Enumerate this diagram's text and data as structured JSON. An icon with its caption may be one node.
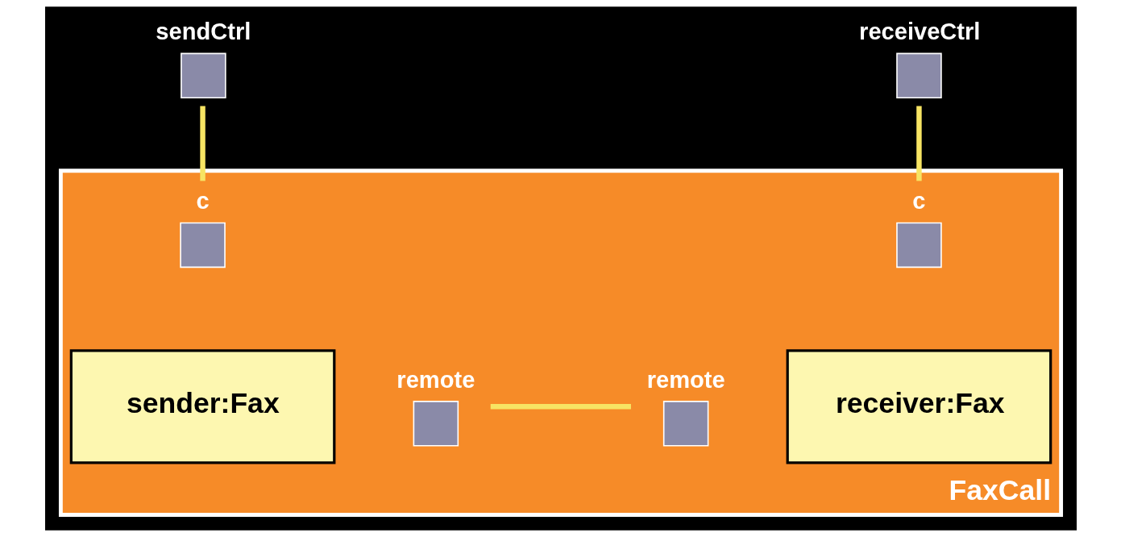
{
  "diagram": {
    "nodes": [
      {
        "text": [
          "FaxCall"
        ]
      },
      {
        "text": [],
        "shape": "box",
        "beside": [
          "sendCtrl"
        ]
      },
      {
        "text": [],
        "shape": "box",
        "beside": [
          "receiveCtrl"
        ]
      },
      {
        "text": [
          "sender:Fax"
        ],
        "in": 0
      },
      {
        "text": [],
        "shape": "box",
        "beside": [
          "c"
        ],
        "in": 0
      },
      {
        "text": [],
        "shape": "box",
        "beside": [
          "remote"
        ],
        "in": 0
      },
      {
        "text": [
          "receiver:Fax"
        ],
        "in": 0
      },
      {
        "text": [],
        "shape": "box",
        "beside": [
          "c"
        ],
        "in": 0
      },
      {
        "text": [],
        "shape": "box",
        "beside": [
          "remote"
        ],
        "in": 0
      }
    ],
    "edges": [
      {
        "from": 1,
        "to": 4,
        "arrow": "none"
      },
      {
        "from": 2,
        "to": 7,
        "arrow": "none"
      },
      {
        "from": 5,
        "to": 8,
        "arrow": "none"
      }
    ]
  }
}
